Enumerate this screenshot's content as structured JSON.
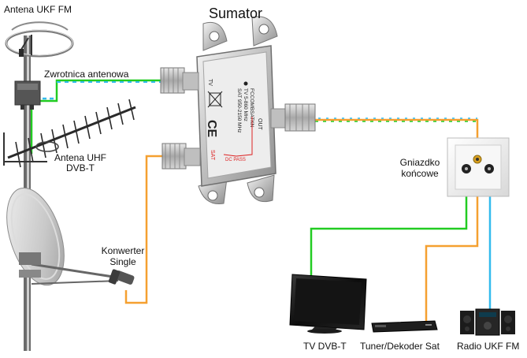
{
  "title": "Sumator",
  "labels": {
    "antena_ukf": "Antena UKF FM",
    "zwrotnica": "Zwrotnica antenowa",
    "antena_uhf_1": "Antena UHF",
    "antena_uhf_2": "DVB-T",
    "konwerter_1": "Konwerter",
    "konwerter_2": "Single",
    "gniazdko_1": "Gniazdko",
    "gniazdko_2": "końcowe",
    "tv": "TV DVB-T",
    "tuner": "Tuner/Dekoder Sat",
    "radio": "Radio UKF FM"
  },
  "combiner_text": {
    "out": "OUT",
    "line1": "FCCOMBSATKN",
    "line2": "TV 5-860 MHz",
    "line3": "SAT 950-2150 MHz",
    "tv": "TV",
    "sat": "SAT",
    "dc_pass": "DC PASS"
  },
  "colors": {
    "green_cable": "#22cc22",
    "blue_cable": "#33bbee",
    "orange_cable": "#f5a030",
    "metal": "#c9c9c9",
    "dark": "#1a1a1a"
  }
}
